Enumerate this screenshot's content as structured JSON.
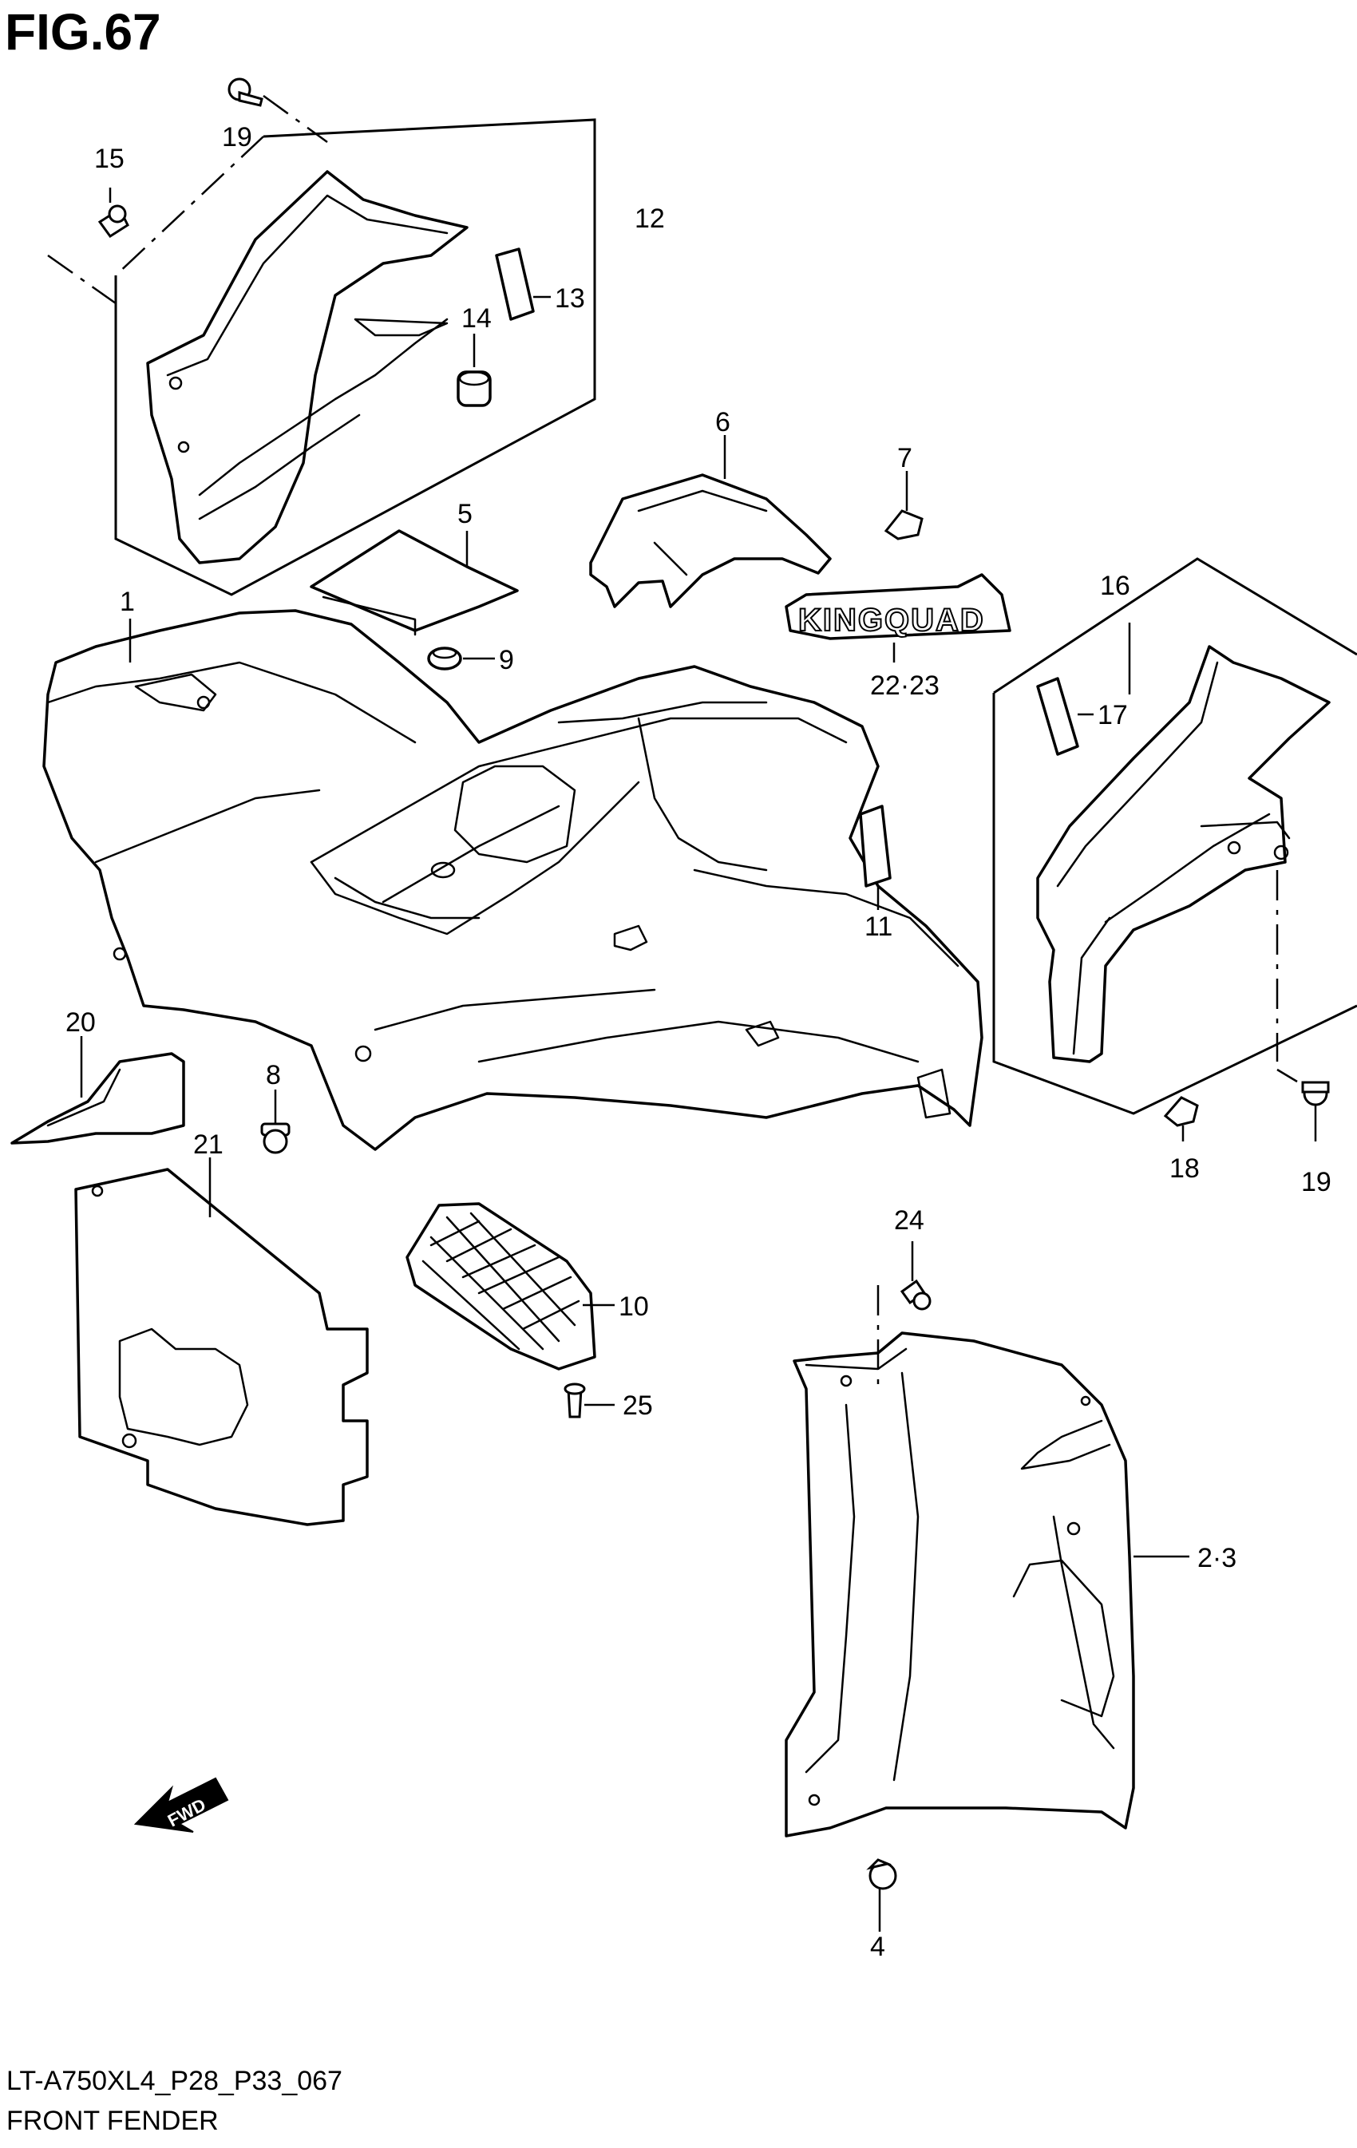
{
  "figure": {
    "title": "FIG.67",
    "model_code": "LT-A750XL4_P28_P33_067",
    "section_name": "FRONT FENDER",
    "fwd_label": "FWD",
    "emblem_text": "KINGQUAD"
  },
  "callouts": [
    {
      "id": "c1",
      "label": "1"
    },
    {
      "id": "c23",
      "label": "2·3"
    },
    {
      "id": "c4",
      "label": "4"
    },
    {
      "id": "c5",
      "label": "5"
    },
    {
      "id": "c6",
      "label": "6"
    },
    {
      "id": "c7",
      "label": "7"
    },
    {
      "id": "c8",
      "label": "8"
    },
    {
      "id": "c9",
      "label": "9"
    },
    {
      "id": "c10",
      "label": "10"
    },
    {
      "id": "c11",
      "label": "11"
    },
    {
      "id": "c12",
      "label": "12"
    },
    {
      "id": "c13",
      "label": "13"
    },
    {
      "id": "c14",
      "label": "14"
    },
    {
      "id": "c15",
      "label": "15"
    },
    {
      "id": "c16",
      "label": "16"
    },
    {
      "id": "c17",
      "label": "17"
    },
    {
      "id": "c18",
      "label": "18"
    },
    {
      "id": "c19a",
      "label": "19"
    },
    {
      "id": "c19b",
      "label": "19"
    },
    {
      "id": "c20",
      "label": "20"
    },
    {
      "id": "c21",
      "label": "21"
    },
    {
      "id": "c2223",
      "label": "22·23"
    },
    {
      "id": "c24",
      "label": "24"
    },
    {
      "id": "c25",
      "label": "25"
    }
  ]
}
